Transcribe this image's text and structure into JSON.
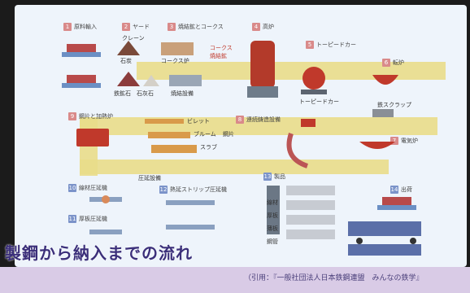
{
  "steps": [
    {
      "n": "1",
      "label": "原料輸入"
    },
    {
      "n": "2",
      "label": "ヤード"
    },
    {
      "n": "3",
      "label": "焼結鉱とコークス"
    },
    {
      "n": "4",
      "label": "高炉"
    },
    {
      "n": "5",
      "label": "トーピードカー"
    },
    {
      "n": "6",
      "label": "転炉"
    },
    {
      "n": "7",
      "label": "電気炉"
    },
    {
      "n": "8",
      "label": "連続鋳造設備"
    },
    {
      "n": "9",
      "label": "鋼片と加熱炉"
    },
    {
      "n": "10",
      "label": "線材圧延機"
    },
    {
      "n": "11",
      "label": "厚板圧延機"
    },
    {
      "n": "12",
      "label": "熱延ストリップ圧延機"
    },
    {
      "n": "13",
      "label": "製品"
    },
    {
      "n": "14",
      "label": "出荷"
    }
  ],
  "labels": {
    "crane": "クレーン",
    "coal": "石炭",
    "coke_oven": "コークス炉",
    "iron_ore": "鉄鉱石",
    "limestone": "石灰石",
    "sintering": "焼結設備",
    "coke": "コークス",
    "sinter": "焼結鉱",
    "torpedo": "トーピードカー",
    "scrap": "鉄スクラップ",
    "billet": "ビレット",
    "bloom": "ブルーム",
    "slab": "スラブ",
    "steel_piece": "鋼片",
    "rolling": "圧延設備",
    "wire": "線材",
    "plate": "厚板",
    "sheet": "薄板",
    "pipe": "鋼管"
  },
  "title": "製鋼から納入までの流れ",
  "credit": "（引用：『一般社団法人日本鉄鋼連盟　みんなの鉄学』"
}
